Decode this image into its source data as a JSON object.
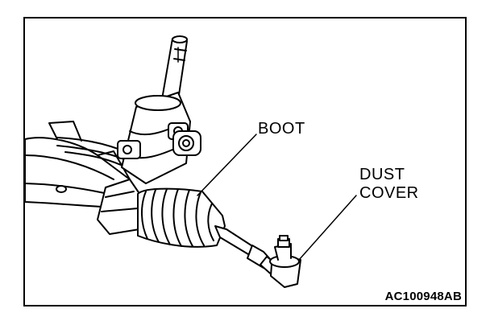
{
  "labels": {
    "boot": "BOOT",
    "dust_cover_line1": "DUST",
    "dust_cover_line2": "COVER"
  },
  "figure_code": "AC100948AB"
}
